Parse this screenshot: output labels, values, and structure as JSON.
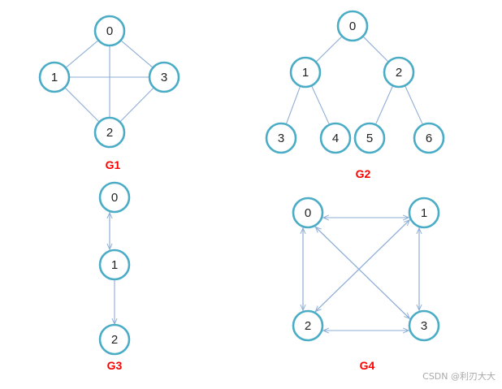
{
  "colors": {
    "node_stroke": "#4bacc6",
    "edge": "#8eaed6",
    "graph_label": "#ff0000"
  },
  "graphs": [
    {
      "id": "g1",
      "label": "G1",
      "directed": false,
      "nodes": [
        "0",
        "1",
        "2",
        "3"
      ],
      "edges": [
        [
          "0",
          "1"
        ],
        [
          "0",
          "2"
        ],
        [
          "0",
          "3"
        ],
        [
          "1",
          "2"
        ],
        [
          "1",
          "3"
        ],
        [
          "2",
          "3"
        ]
      ]
    },
    {
      "id": "g2",
      "label": "G2",
      "directed": false,
      "nodes": [
        "0",
        "1",
        "2",
        "3",
        "4",
        "5",
        "6"
      ],
      "edges": [
        [
          "0",
          "1"
        ],
        [
          "0",
          "2"
        ],
        [
          "1",
          "3"
        ],
        [
          "1",
          "4"
        ],
        [
          "2",
          "5"
        ],
        [
          "2",
          "6"
        ]
      ]
    },
    {
      "id": "g3",
      "label": "G3",
      "directed": true,
      "nodes": [
        "0",
        "1",
        "2"
      ],
      "edges": [
        [
          "0",
          "1"
        ],
        [
          "1",
          "0"
        ],
        [
          "1",
          "2"
        ]
      ]
    },
    {
      "id": "g4",
      "label": "G4",
      "directed": true,
      "nodes": [
        "0",
        "1",
        "2",
        "3"
      ],
      "edges": [
        [
          "0",
          "1"
        ],
        [
          "1",
          "0"
        ],
        [
          "0",
          "2"
        ],
        [
          "2",
          "0"
        ],
        [
          "0",
          "3"
        ],
        [
          "3",
          "0"
        ],
        [
          "1",
          "2"
        ],
        [
          "2",
          "1"
        ],
        [
          "1",
          "3"
        ],
        [
          "3",
          "1"
        ],
        [
          "2",
          "3"
        ],
        [
          "3",
          "2"
        ]
      ]
    }
  ],
  "watermark": "CSDN @利刃大大"
}
